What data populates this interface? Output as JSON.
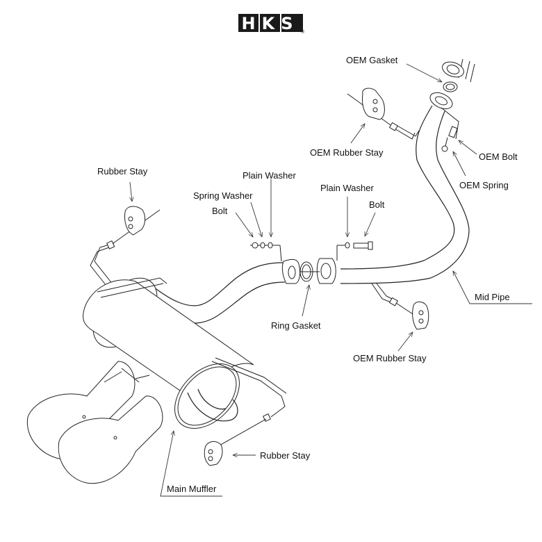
{
  "brand": {
    "logo_text": "HKS",
    "registered_mark": "®"
  },
  "labels": {
    "oem_gasket": "OEM Gasket",
    "oem_rubber_stay_top": "OEM Rubber Stay",
    "oem_bolt": "OEM Bolt",
    "oem_spring": "OEM Spring",
    "rubber_stay_top": "Rubber Stay",
    "plain_washer_left": "Plain Washer",
    "spring_washer": "Spring Washer",
    "bolt_left": "Bolt",
    "plain_washer_right": "Plain Washer",
    "bolt_right": "Bolt",
    "ring_gasket": "Ring Gasket",
    "mid_pipe": "Mid Pipe",
    "oem_rubber_stay_bottom": "OEM Rubber Stay",
    "rubber_stay_bottom": "Rubber Stay",
    "main_muffler": "Main Muffler"
  }
}
